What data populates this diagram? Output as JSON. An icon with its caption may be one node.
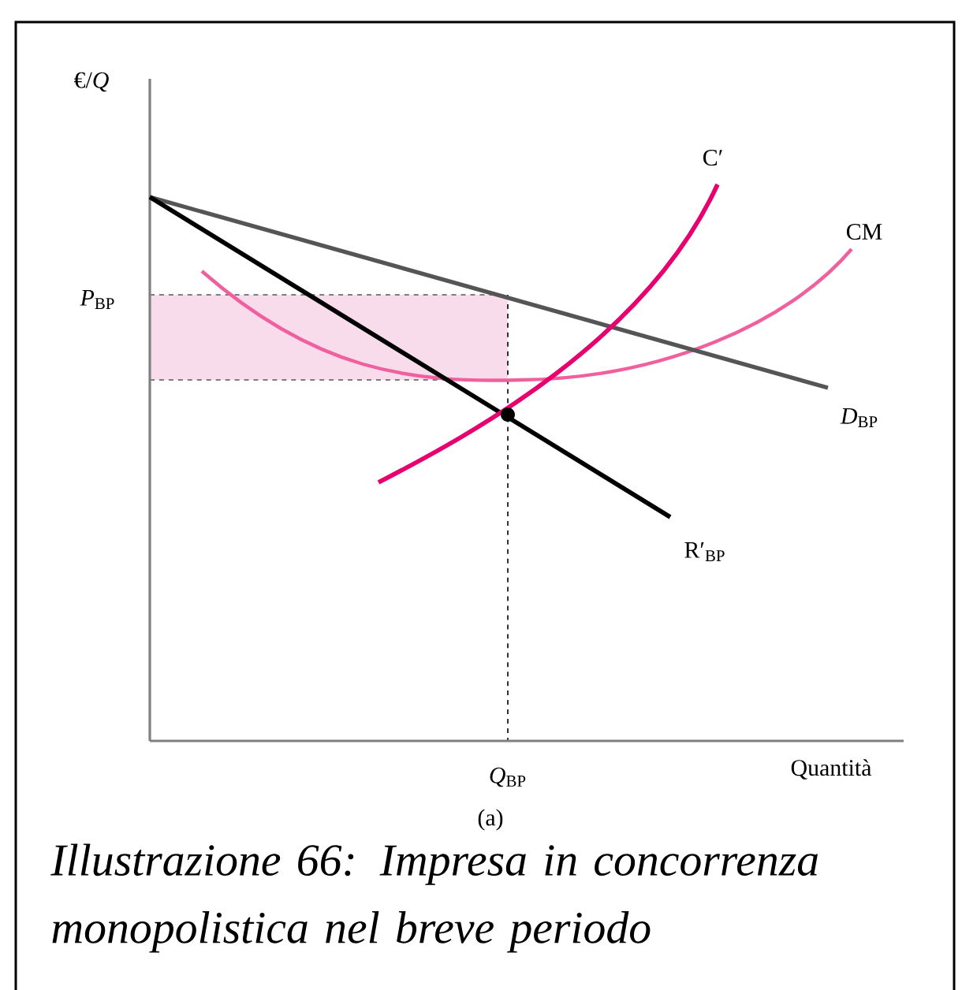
{
  "diagram": {
    "caption": "Illustrazione 66: Impresa in concorrenza monopolistica nel breve periodo",
    "labels": [
      "€/*Q*",
      "C′",
      "CM",
      "*P*$_{BP}$",
      "*D*$_{BP}$",
      "R′$_{BP}$",
      "*Q*$_{BP}$",
      "Quantità",
      "(a)"
    ]
  }
}
